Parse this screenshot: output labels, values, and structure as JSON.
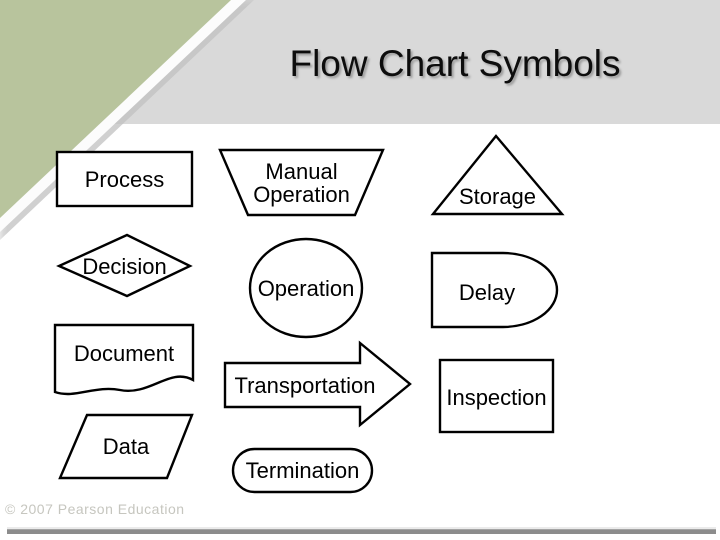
{
  "slide": {
    "title": "Flow Chart Symbols",
    "copyright": "© 2007 Pearson Education"
  },
  "colors": {
    "accent_green": "#b8c49d",
    "band_gray": "#d9d9d9",
    "shape_stroke": "#000000",
    "copyright_gray": "#c6c6bf",
    "rule_dark": "#8c8c8c",
    "rule_light": "#ebebeb",
    "title_shadow": "#9b9b9b"
  },
  "shapes": [
    {
      "id": "process",
      "type": "rectangle",
      "label": "Process"
    },
    {
      "id": "manual-operation",
      "type": "trapezoid",
      "label": "Manual Operation",
      "line1": "Manual",
      "line2": "Operation"
    },
    {
      "id": "storage",
      "type": "triangle",
      "label": "Storage"
    },
    {
      "id": "decision",
      "type": "diamond",
      "label": "Decision"
    },
    {
      "id": "operation",
      "type": "ellipse",
      "label": "Operation"
    },
    {
      "id": "delay",
      "type": "half-rounded-rectangle",
      "label": "Delay"
    },
    {
      "id": "document",
      "type": "wavy-rectangle",
      "label": "Document"
    },
    {
      "id": "transportation",
      "type": "arrow-right",
      "label": "Transportation"
    },
    {
      "id": "inspection",
      "type": "rectangle",
      "label": "Inspection"
    },
    {
      "id": "data",
      "type": "parallelogram",
      "label": "Data"
    },
    {
      "id": "termination",
      "type": "stadium",
      "label": "Termination"
    }
  ]
}
